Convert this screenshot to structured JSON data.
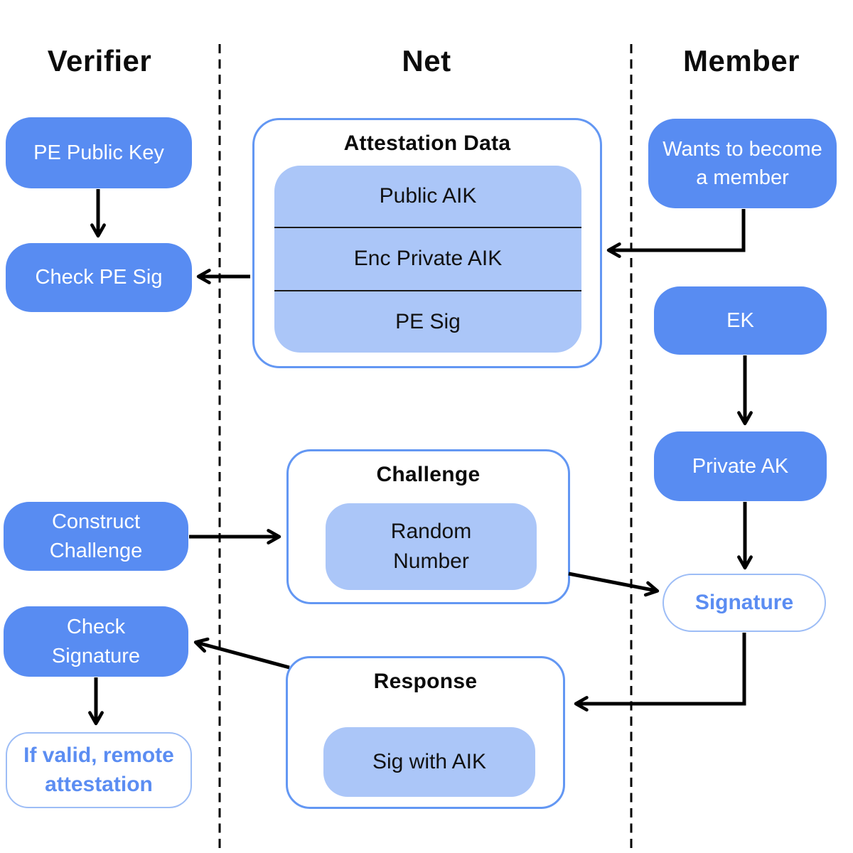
{
  "headers": {
    "verifier": "Verifier",
    "net": "Net",
    "member": "Member"
  },
  "verifier": {
    "pe_public_key": "PE Public Key",
    "check_pe_sig": "Check PE Sig",
    "construct_challenge": "Construct Challenge",
    "check_signature": "Check Signature",
    "if_valid": "If valid, remote attestation"
  },
  "net": {
    "attestation": {
      "title": "Attestation Data",
      "rows": [
        "Public AIK",
        "Enc Private AIK",
        "PE Sig"
      ]
    },
    "challenge": {
      "title": "Challenge",
      "item": "Random Number"
    },
    "response": {
      "title": "Response",
      "item": "Sig with AIK"
    }
  },
  "member": {
    "wants_to_become": "Wants to become a member",
    "ek": "EK",
    "private_ak": "Private AK",
    "signature": "Signature"
  },
  "colors": {
    "solid_box": "#588cf2",
    "light_box": "#abc6f8",
    "container_border": "#6397f3",
    "outline_border": "#9dbdf6",
    "blue_text": "#5b8df2",
    "line": "#000000"
  }
}
